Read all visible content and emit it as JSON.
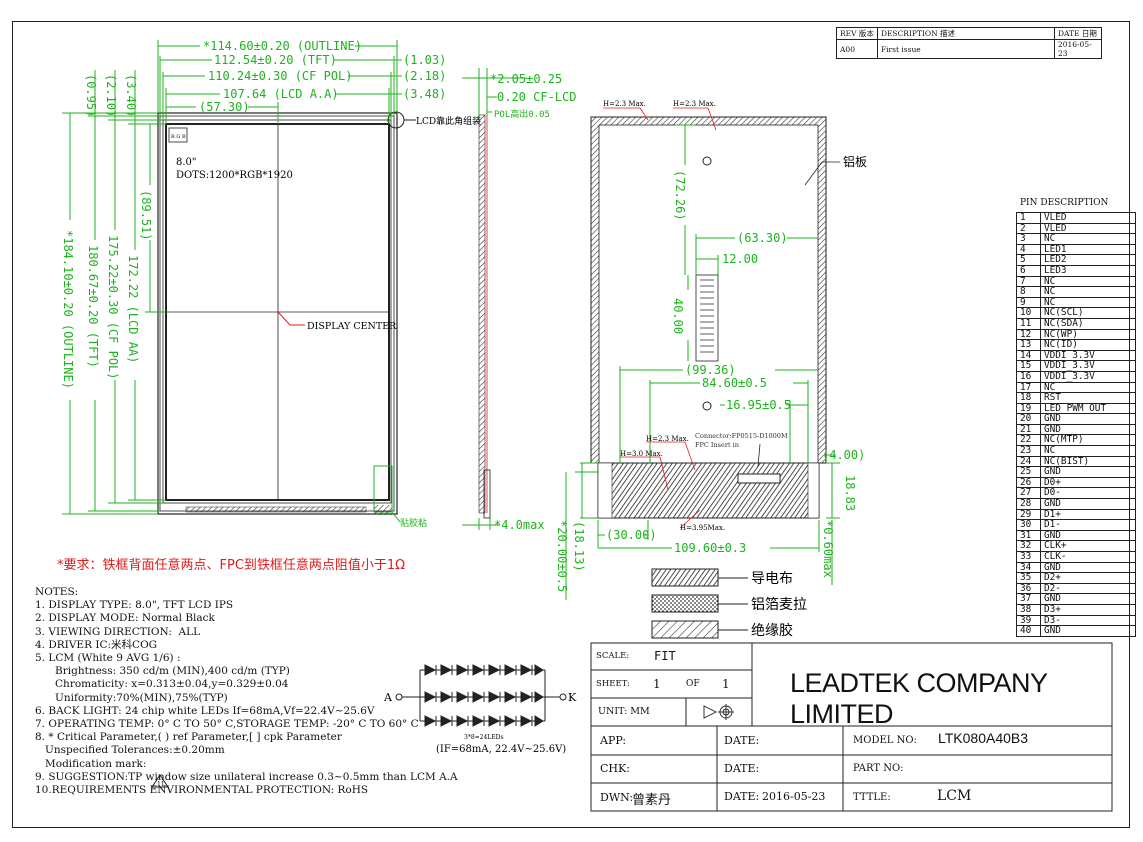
{
  "revision": {
    "headers": [
      "REV 版本",
      "DESCRIPTION 描述",
      "DATE 日期"
    ],
    "rows": [
      [
        "A00",
        "First issue",
        "2016-05-23"
      ]
    ]
  },
  "front_view": {
    "outline_w": "*114.60±0.20 (OUTLINE)",
    "tft_w": "112.54±0.20 (TFT)",
    "cf_pol_w": "110.24±0.30 (CF POL)",
    "lcd_aa_w": "107.64 (LCD A.A)",
    "half_w": "(57.30)",
    "r103": "(1.03)",
    "r218": "(2.18)",
    "r348": "(3.48)",
    "l095": "(0.95)",
    "l210": "(2.10)",
    "l340": "(3.40)",
    "half_h": "(89.51)",
    "outline_h": "*184.10±0.20 (OUTLINE)",
    "tft_h": "180.67±0.20 (TFT)",
    "cf_pol_h": "175.22±0.30 (CF POL)",
    "lcd_aa_h": "172.22 (LCD AA)",
    "size_label": "8.0\"",
    "dots_label": "DOTS:1200*RGB*1920",
    "rgb_label": "R G B",
    "display_center": "DISPLAY CENTER",
    "corner_note": "LCD靠此角组装",
    "tape_note": "贴胶粘"
  },
  "side_view": {
    "thickness": "*2.05±0.25",
    "cf": "0.20 CF-LCD",
    "pol": "POL高出0.05",
    "max": "*4.0max"
  },
  "back_view": {
    "h23a": "H=2.3 Max.",
    "h23b": "H=2.3 Max.",
    "h23c": "H=2.3 Max.",
    "h30": "H=3.0 Max.",
    "h395": "H=3.95Max.",
    "aluminum": "铝板",
    "d7226": "(72.26)",
    "d6330": "(63.30)",
    "d1200": "12.00",
    "d4000": "40.00",
    "d9936": "(99.36)",
    "d8460": "84.60±0.5",
    "d1695": "16.95±0.5",
    "d400": "(4.00)",
    "d1883": "18.83",
    "d3000": "(30.00)",
    "d10960": "109.60±0.3",
    "d1813": "(18.13)",
    "d2000": "*20.00±0.5",
    "d060": "*0.60max",
    "connector": "Connector:FP0515-D1000M",
    "fpc": "FPC Insert in"
  },
  "legend": [
    {
      "label": "导电布"
    },
    {
      "label": "铝箔麦拉"
    },
    {
      "label": "绝缘胶"
    }
  ],
  "red_note": "*要求：铁框背面任意两点、FPC到铁框任意两点阻值小于1Ω",
  "notes": [
    "NOTES:",
    "1. DISPLAY TYPE: 8.0\", TFT LCD IPS",
    "2. DISPLAY MODE: Normal Black",
    "3. VIEWING DIRECTION:  ALL",
    "4. DRIVER IC:米科COG",
    "5. LCM (White 9 AVG 1/6) :",
    "      Brightness: 350 cd/m (MIN),400 cd/m (TYP)",
    "      Chromaticity: x=0.313±0.04,y=0.329±0.04",
    "      Uniformity:70%(MIN),75%(TYP)",
    "6. BACK LIGHT: 24 chip white LEDs If=68mA,Vf=22.4V~25.6V",
    "7. OPERATING TEMP: 0° C TO 50° C,STORAGE TEMP: -20° C TO 60° C",
    "8. * Critical Parameter,( ) ref Parameter,[ ] cpk Parameter",
    "   Unspecified Tolerances:±0.20mm",
    "   Modification mark:",
    "9. SUGGESTION:TP window size unilateral increase 0.3~0.5mm than LCM A.A",
    "10.REQUIREMENTS ENVIRONMENTAL PROTECTION: RoHS"
  ],
  "led": {
    "anode": "A",
    "cathode": "K",
    "caption1": "3*8=24LEDs",
    "caption2": "(IF=68mA, 22.4V~25.6V)"
  },
  "pin_title": "PIN DESCRIPTION",
  "pins": [
    [
      "1",
      "VLED"
    ],
    [
      "2",
      "VLED"
    ],
    [
      "3",
      "NC"
    ],
    [
      "4",
      "LED1"
    ],
    [
      "5",
      "LED2"
    ],
    [
      "6",
      "LED3"
    ],
    [
      "7",
      "NC"
    ],
    [
      "8",
      "NC"
    ],
    [
      "9",
      "NC"
    ],
    [
      "10",
      "NC(SCL)"
    ],
    [
      "11",
      "NC(SDA)"
    ],
    [
      "12",
      "NC(WP)"
    ],
    [
      "13",
      "NC(ID)"
    ],
    [
      "14",
      "VDDI_3.3V"
    ],
    [
      "15",
      "VDDI_3.3V"
    ],
    [
      "16",
      "VDDI_3.3V"
    ],
    [
      "17",
      "NC"
    ],
    [
      "18",
      "RST"
    ],
    [
      "19",
      "LED_PWM_OUT"
    ],
    [
      "20",
      "GND"
    ],
    [
      "21",
      "GND"
    ],
    [
      "22",
      "NC(MTP)"
    ],
    [
      "23",
      "NC"
    ],
    [
      "24",
      "NC(BIST)"
    ],
    [
      "25",
      "GND"
    ],
    [
      "26",
      "D0+"
    ],
    [
      "27",
      "D0-"
    ],
    [
      "28",
      "GND"
    ],
    [
      "29",
      "D1+"
    ],
    [
      "30",
      "D1-"
    ],
    [
      "31",
      "GND"
    ],
    [
      "32",
      "CLK+"
    ],
    [
      "33",
      "CLK-"
    ],
    [
      "34",
      "GND"
    ],
    [
      "35",
      "D2+"
    ],
    [
      "36",
      "D2-"
    ],
    [
      "37",
      "GND"
    ],
    [
      "38",
      "D3+"
    ],
    [
      "39",
      "D3-"
    ],
    [
      "40",
      "GND"
    ]
  ],
  "title_block": {
    "scale_label": "SCALE:",
    "scale_value": "FIT",
    "sheet_label": "SHEET:",
    "sheet_value": "1",
    "of_label": "OF",
    "of_value": "1",
    "unit_label": "UNIT: MM",
    "company": "LEADTEK COMPANY LIMITED",
    "app_label": "APP:",
    "chk_label": "CHK:",
    "dwn_label": "DWN:",
    "dwn_value": "曾素丹",
    "date_label": "DATE:",
    "date_value": "2016-05-23",
    "model_label": "MODEL NO:",
    "model_value": "LTK080A40B3",
    "part_label": "PART NO:",
    "title_label": "TTTLE:",
    "title_value": "LCM"
  }
}
